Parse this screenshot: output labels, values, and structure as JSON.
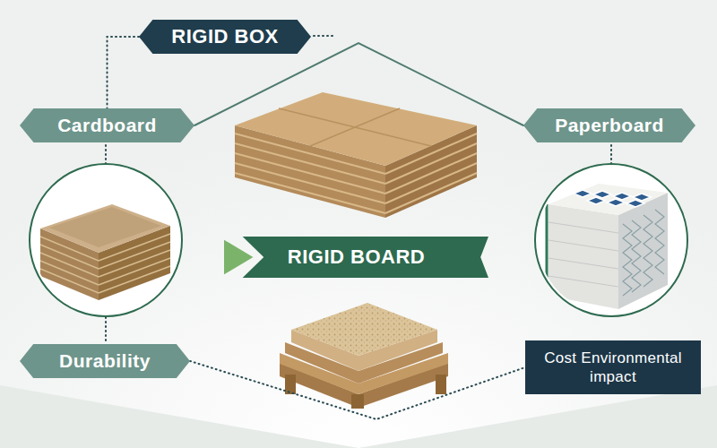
{
  "diagram": {
    "nodes": [
      {
        "text": [
          "RIGID BOX"
        ]
      },
      {
        "text": [
          "Cardboard"
        ]
      },
      {
        "text": [
          "Paperboard"
        ]
      },
      {
        "text": [
          "RIGID BOARD"
        ]
      },
      {
        "text": [
          "Durability"
        ]
      },
      {
        "text": [
          "Cost Environmental impact"
        ]
      }
    ],
    "edges": [
      {
        "from": 0,
        "to": 1,
        "arrow": "none"
      },
      {
        "from": 1,
        "to": 2,
        "arrow": "none"
      },
      {
        "from": 4,
        "to": 5,
        "arrow": "none"
      }
    ]
  }
}
